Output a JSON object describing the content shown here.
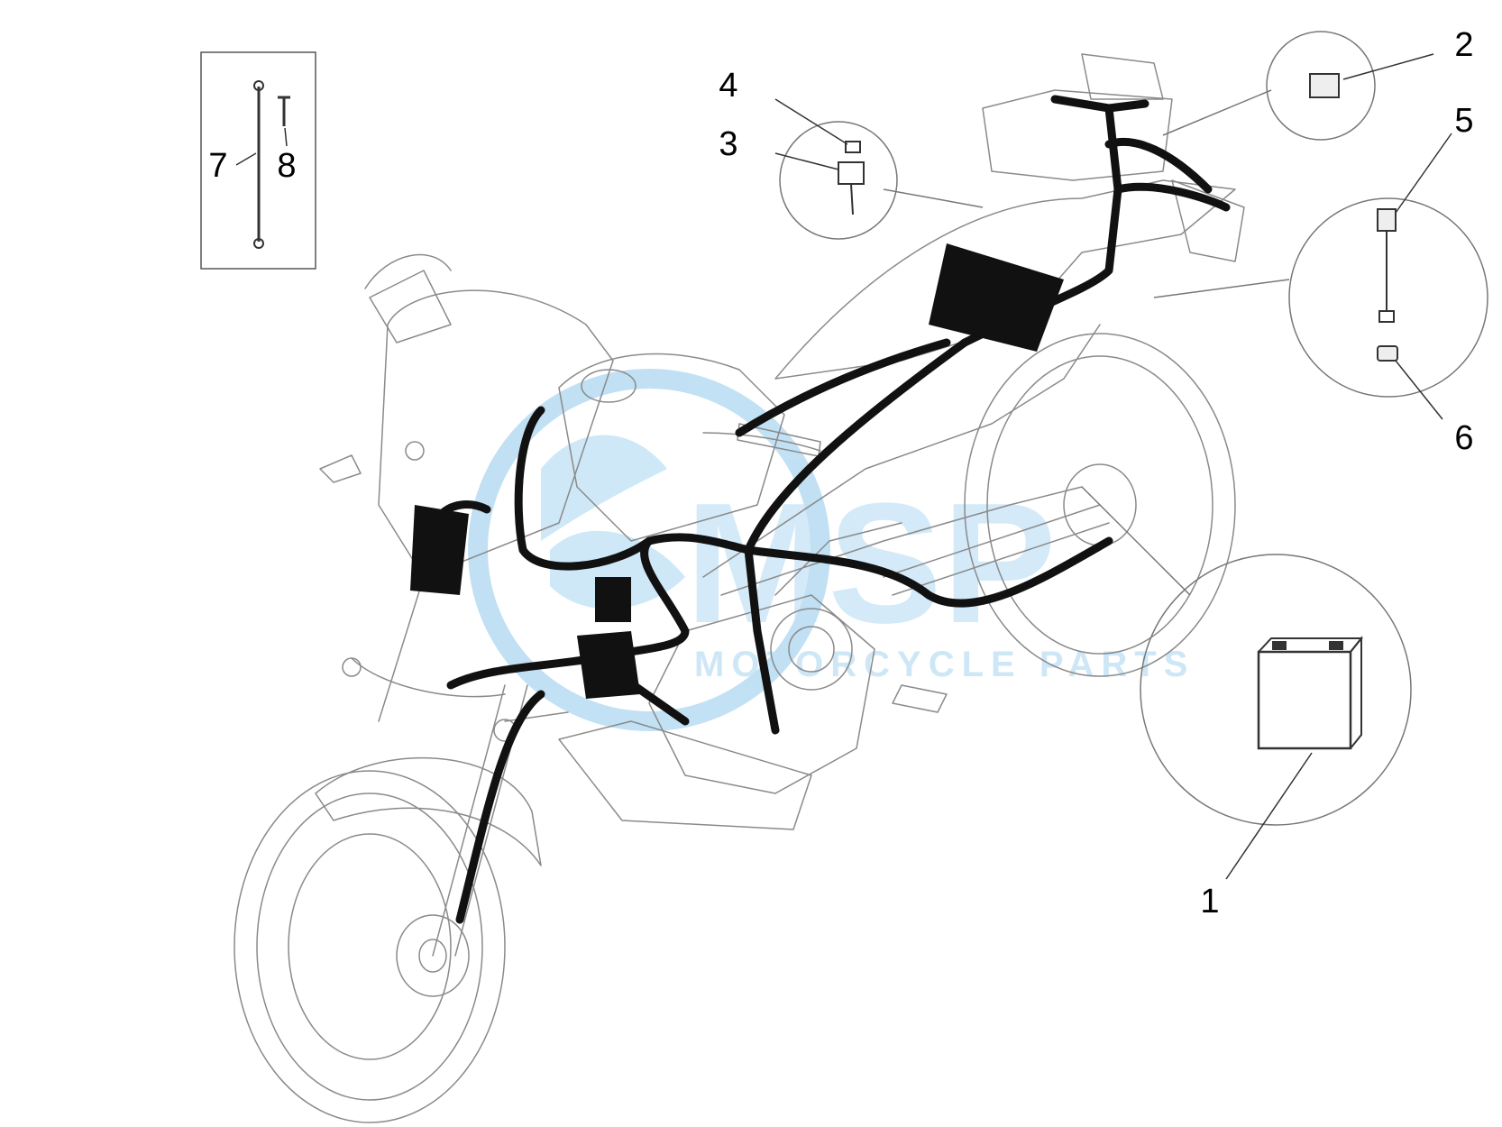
{
  "diagram": {
    "callouts": [
      {
        "id": "1",
        "label": "1"
      },
      {
        "id": "2",
        "label": "2"
      },
      {
        "id": "3",
        "label": "3"
      },
      {
        "id": "4",
        "label": "4"
      },
      {
        "id": "5",
        "label": "5"
      },
      {
        "id": "6",
        "label": "6"
      },
      {
        "id": "7",
        "label": "7"
      },
      {
        "id": "8",
        "label": "8"
      }
    ],
    "watermark": {
      "mark": "MSP",
      "tagline": "MOTORCYCLE PARTS"
    },
    "colors": {
      "line": "#8a8a8a",
      "harness": "#111111",
      "watermark": "#8fc8ec"
    }
  }
}
